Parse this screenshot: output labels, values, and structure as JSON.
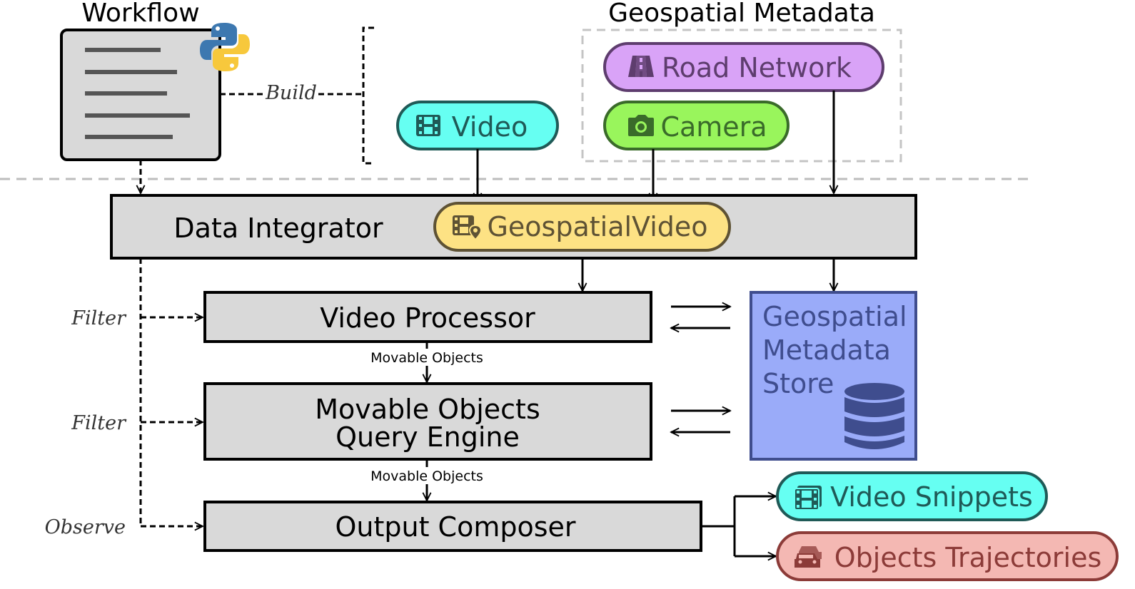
{
  "workflow": {
    "title": "Workflow",
    "build_label": "Build"
  },
  "geospatial_metadata": {
    "title": "Geospatial Metadata",
    "road_network": "Road Network",
    "camera": "Camera"
  },
  "video": {
    "label": "Video"
  },
  "data_integrator": {
    "label": "Data Integrator",
    "geospatial_video": "GeospatialVideo"
  },
  "video_processor": {
    "label": "Video Processor"
  },
  "query_engine": {
    "line1": "Movable Objects",
    "line2": "Query Engine"
  },
  "output_composer": {
    "label": "Output Composer"
  },
  "metadata_store": {
    "line1": "Geospatial",
    "line2": "Metadata",
    "line3": "Store"
  },
  "edges": {
    "movable_objects_1": "Movable Objects",
    "movable_objects_2": "Movable Objects",
    "filter_1": "Filter",
    "filter_2": "Filter",
    "observe": "Observe"
  },
  "outputs": {
    "video_snippets": "Video Snippets",
    "objects_trajectories": "Objects Trajectories"
  },
  "colors": {
    "video_fill": "#66fff2",
    "road_network_fill": "#d9a3f7",
    "camera_fill": "#99f55c",
    "geospatial_video_fill": "#fde284",
    "store_fill": "#9aabf9",
    "box_fill": "#d9d9d9",
    "trajectories_fill": "#f4b8b3"
  },
  "icons": {
    "video": "film-icon",
    "road_network": "road-icon",
    "camera": "camera-icon",
    "geospatial_video": "film-location-icon",
    "store": "database-icon",
    "video_snippets": "film-stack-icon",
    "objects_trajectories": "cars-icon",
    "workflow": "python-logo"
  }
}
